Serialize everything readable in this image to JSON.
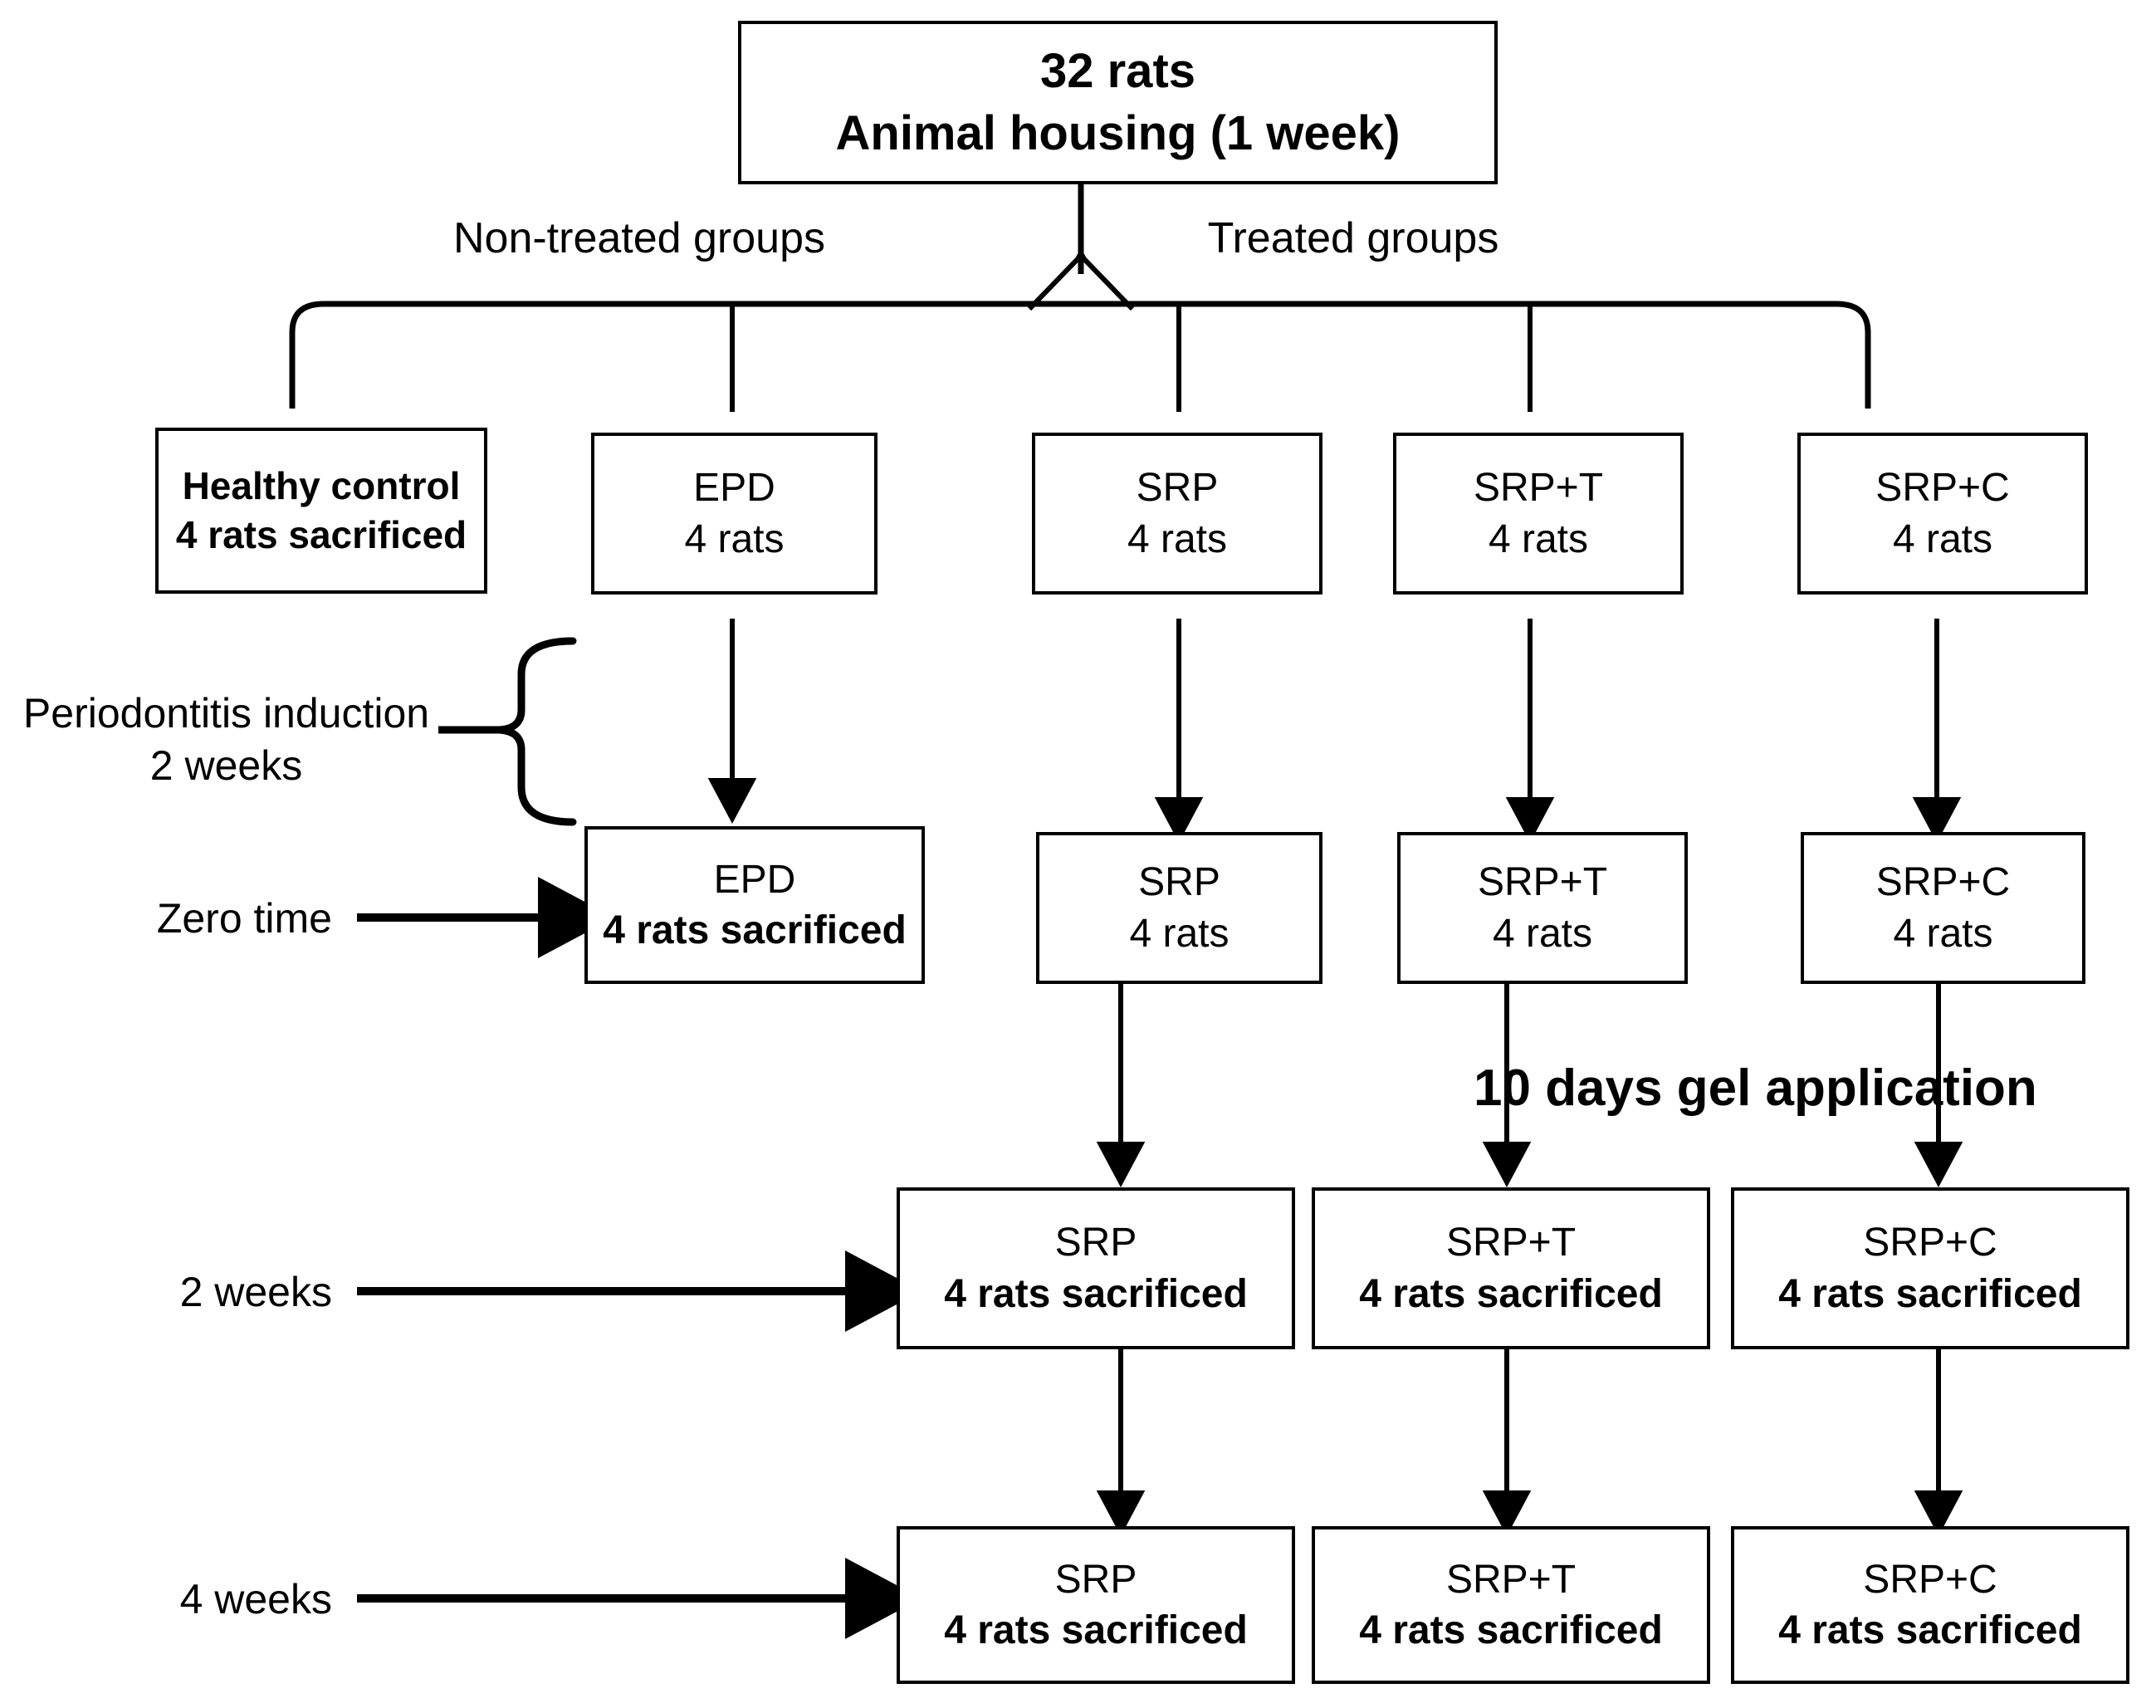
{
  "figure": {
    "type": "study-design-flowchart",
    "title_box": {
      "line1": "32 rats",
      "line2": "Animal housing (1 week)"
    },
    "branch_labels": {
      "left": "Non-treated groups",
      "right": "Treated groups"
    },
    "timeline_labels": {
      "induction_line1": "Periodontitis induction",
      "induction_line2": "2 weeks",
      "zero_time": "Zero time",
      "gel_application": "10 days gel application",
      "two_weeks": "2 weeks",
      "four_weeks": "4 weeks"
    },
    "rows": [
      {
        "row_name": "baseline-groups",
        "nodes": [
          {
            "id": "healthy-control-baseline",
            "line1": "Healthy control",
            "line2": "4 rats sacrificed",
            "line1_weight": "bold",
            "line2_weight": "bold"
          },
          {
            "id": "epd-baseline",
            "line1": "EPD",
            "line2": "4 rats",
            "line1_weight": "regular",
            "line2_weight": "regular"
          },
          {
            "id": "srp-baseline",
            "line1": "SRP",
            "line2": "4 rats",
            "line1_weight": "regular",
            "line2_weight": "regular"
          },
          {
            "id": "srp-t-baseline",
            "line1": "SRP+T",
            "line2": "4 rats",
            "line1_weight": "regular",
            "line2_weight": "regular"
          },
          {
            "id": "srp-c-baseline",
            "line1": "SRP+C",
            "line2": "4 rats",
            "line1_weight": "regular",
            "line2_weight": "regular"
          }
        ]
      },
      {
        "row_name": "zero-time",
        "nodes": [
          {
            "id": "epd-zero",
            "line1": "EPD",
            "line2": "4 rats sacrificed",
            "line1_weight": "regular",
            "line2_weight": "bold"
          },
          {
            "id": "srp-zero",
            "line1": "SRP",
            "line2": "4 rats",
            "line1_weight": "regular",
            "line2_weight": "regular"
          },
          {
            "id": "srp-t-zero",
            "line1": "SRP+T",
            "line2": "4 rats",
            "line1_weight": "regular",
            "line2_weight": "regular"
          },
          {
            "id": "srp-c-zero",
            "line1": "SRP+C",
            "line2": "4 rats",
            "line1_weight": "regular",
            "line2_weight": "regular"
          }
        ]
      },
      {
        "row_name": "two-weeks",
        "nodes": [
          {
            "id": "srp-2w",
            "line1": "SRP",
            "line2": "4 rats sacrificed",
            "line1_weight": "regular",
            "line2_weight": "bold"
          },
          {
            "id": "srp-t-2w",
            "line1": "SRP+T",
            "line2": "4 rats sacrificed",
            "line1_weight": "regular",
            "line2_weight": "bold"
          },
          {
            "id": "srp-c-2w",
            "line1": "SRP+C",
            "line2": "4 rats sacrificed",
            "line1_weight": "regular",
            "line2_weight": "bold"
          }
        ]
      },
      {
        "row_name": "four-weeks",
        "nodes": [
          {
            "id": "srp-4w",
            "line1": "SRP",
            "line2": "4 rats sacrificed",
            "line1_weight": "regular",
            "line2_weight": "bold"
          },
          {
            "id": "srp-t-4w",
            "line1": "SRP+T",
            "line2": "4 rats sacrificed",
            "line1_weight": "regular",
            "line2_weight": "bold"
          },
          {
            "id": "srp-c-4w",
            "line1": "SRP+C",
            "line2": "4 rats sacrificed",
            "line1_weight": "regular",
            "line2_weight": "bold"
          }
        ]
      }
    ],
    "colors": {
      "stroke": "#000000",
      "fill": "#ffffff",
      "text": "#000000"
    }
  }
}
